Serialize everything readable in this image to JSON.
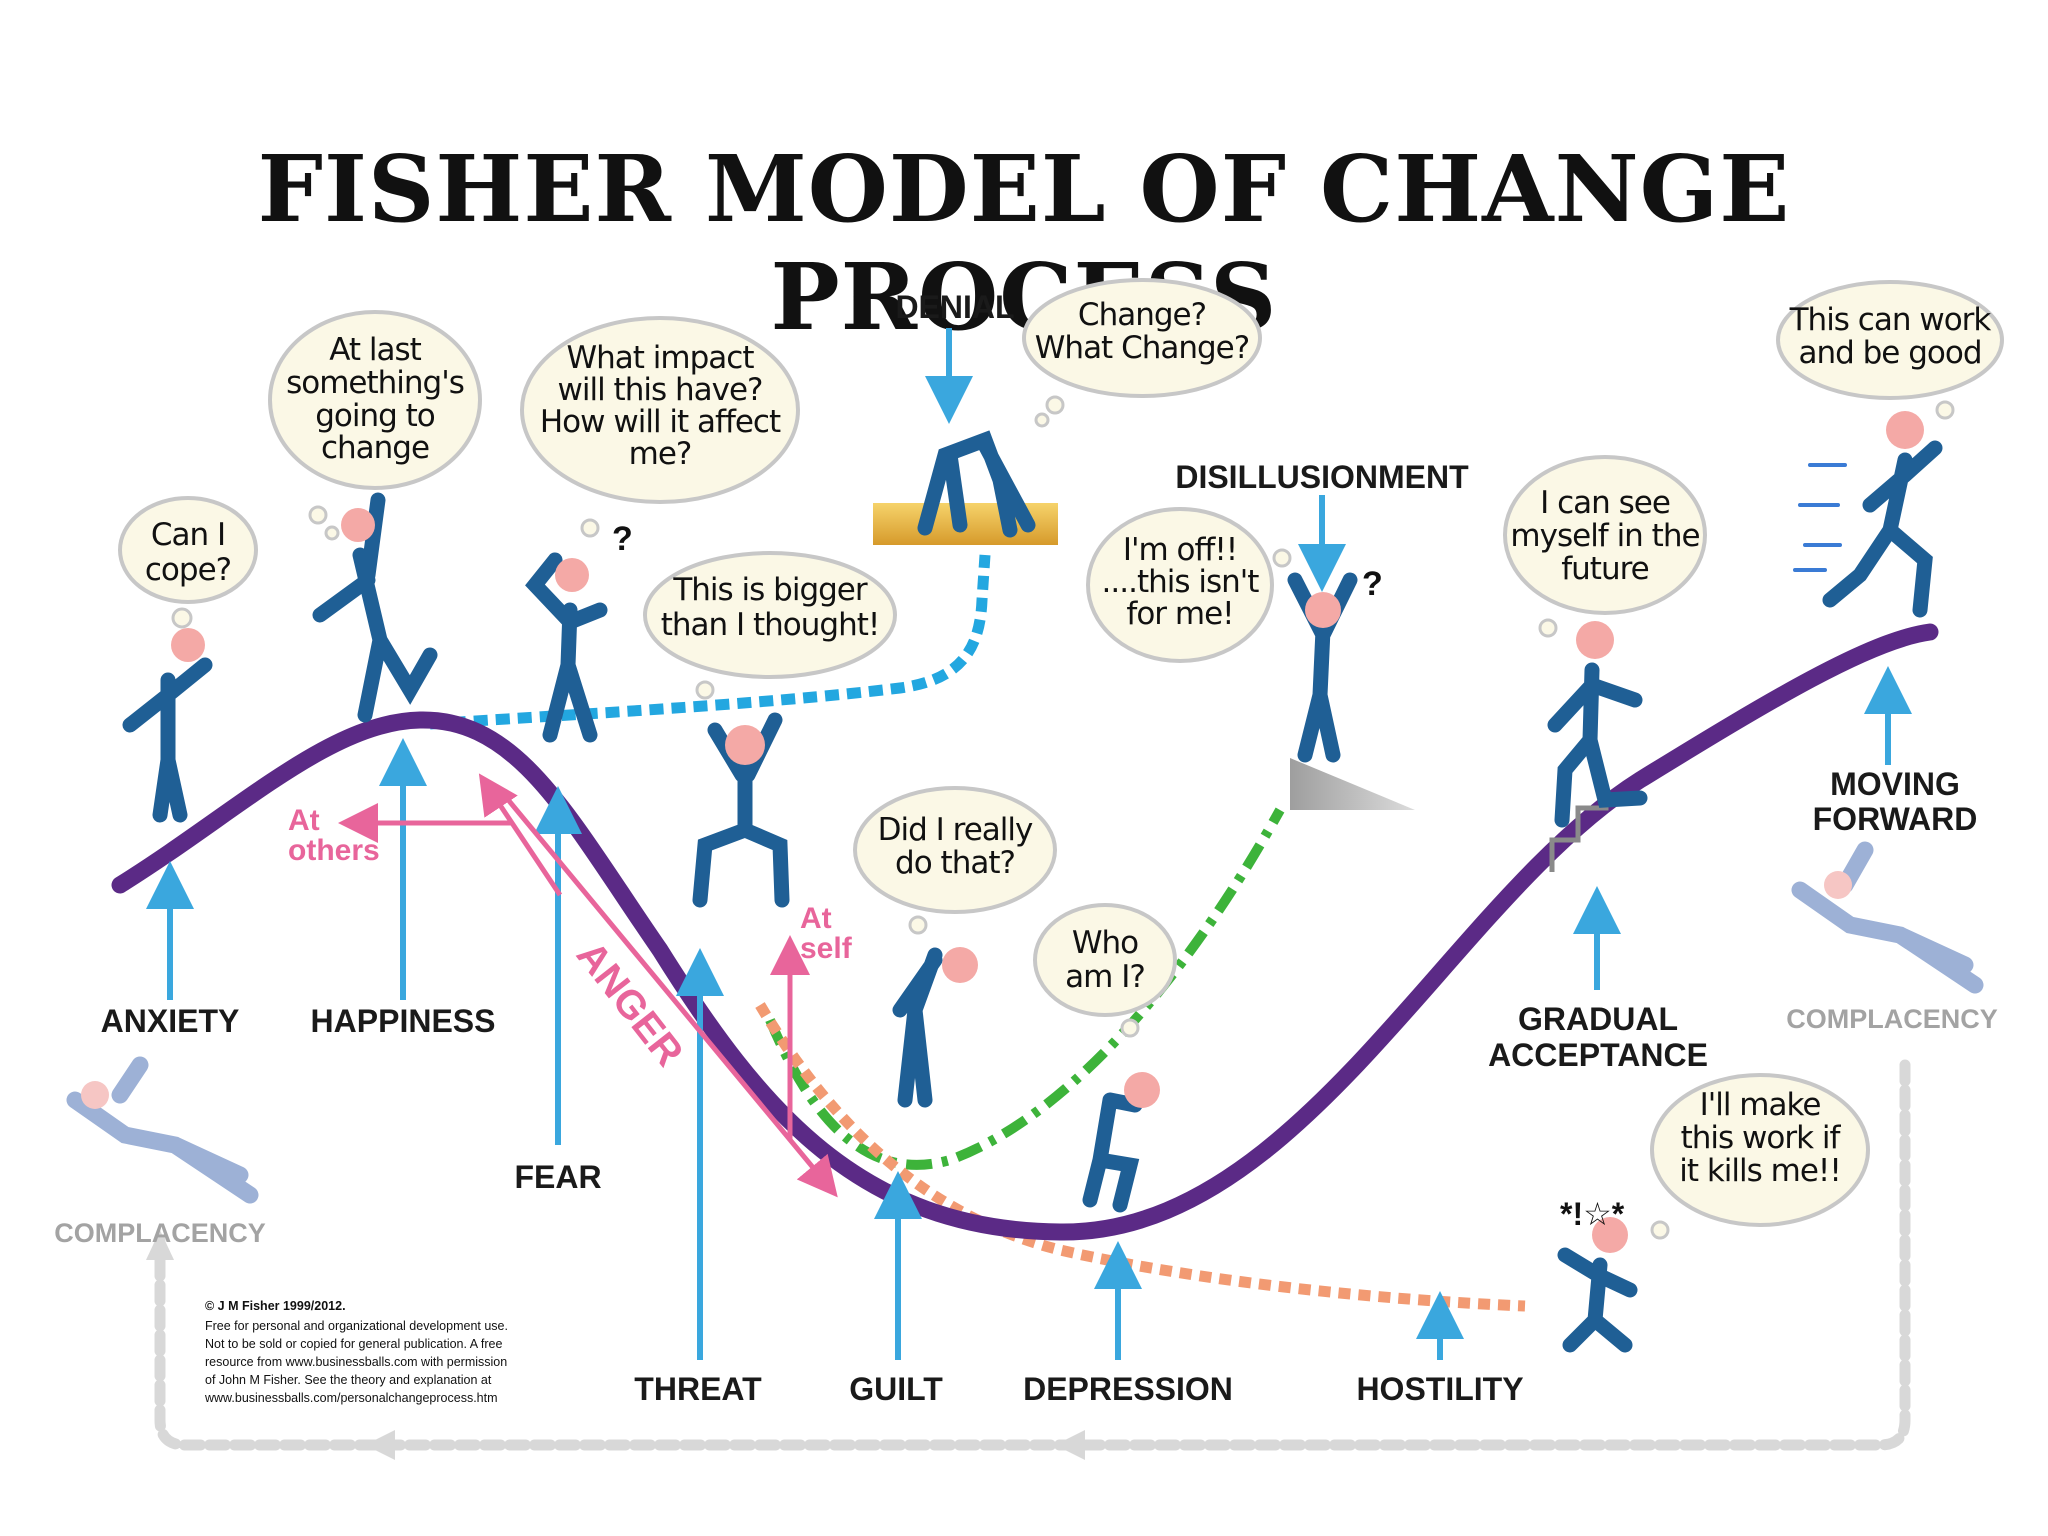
{
  "title": "FISHER MODEL OF CHANGE PROCESS",
  "stages": {
    "anxiety": "ANXIETY",
    "happiness": "HAPPINESS",
    "fear": "FEAR",
    "threat": "THREAT",
    "guilt": "GUILT",
    "depression": "DEPRESSION",
    "hostility": "HOSTILITY",
    "gradual_acceptance_1": "GRADUAL",
    "gradual_acceptance_2": "ACCEPTANCE",
    "moving_forward_1": "MOVING",
    "moving_forward_2": "FORWARD",
    "denial": "DENIAL",
    "disillusionment": "DISILLUSIONMENT",
    "complacency": "COMPLACENCY"
  },
  "anger": {
    "label": "ANGER",
    "at_others_1": "At",
    "at_others_2": "others",
    "at_self_1": "At",
    "at_self_2": "self"
  },
  "bubbles": {
    "can_i_cope": [
      "Can I",
      "cope?"
    ],
    "at_last": [
      "At last",
      "something's",
      "going to",
      "change"
    ],
    "what_impact": [
      "What impact",
      "will this have?",
      "How will it affect",
      "me?"
    ],
    "bigger": [
      "This is bigger",
      "than I thought!"
    ],
    "change_what": [
      "Change?",
      "What Change?"
    ],
    "im_off": [
      "I'm off!!",
      "....this isn't",
      "for me!"
    ],
    "did_i": [
      "Did I really",
      "do that?"
    ],
    "who_am_i": [
      "Who",
      "am I?"
    ],
    "see_myself": [
      "I can see",
      "myself in the",
      "future"
    ],
    "this_can_work": [
      "This can work",
      "and be good"
    ],
    "ill_make": [
      "I'll make",
      "this work if",
      "it kills me!!"
    ]
  },
  "question_mark": "?",
  "hostility_symbols": "*!☆*",
  "copyright": [
    "© J M Fisher 1999/2012.",
    "Free for personal and organizational development use.",
    "Not to be sold or copied for general publication. A free",
    "resource from www.businessballs.com with permission",
    "of John M Fisher. See the theory and explanation at",
    "www.businessballs.com/personalchangeprocess.htm"
  ],
  "colors": {
    "curve": "#5b2a86",
    "arrow": "#3aa7de",
    "anger": "#e8659b",
    "denial_path": "#23a7e0",
    "disillusion_path": "#3db33a",
    "hostility_path": "#f29a72",
    "figure": "#1f5f95",
    "complacency": "#c8c8c8"
  }
}
